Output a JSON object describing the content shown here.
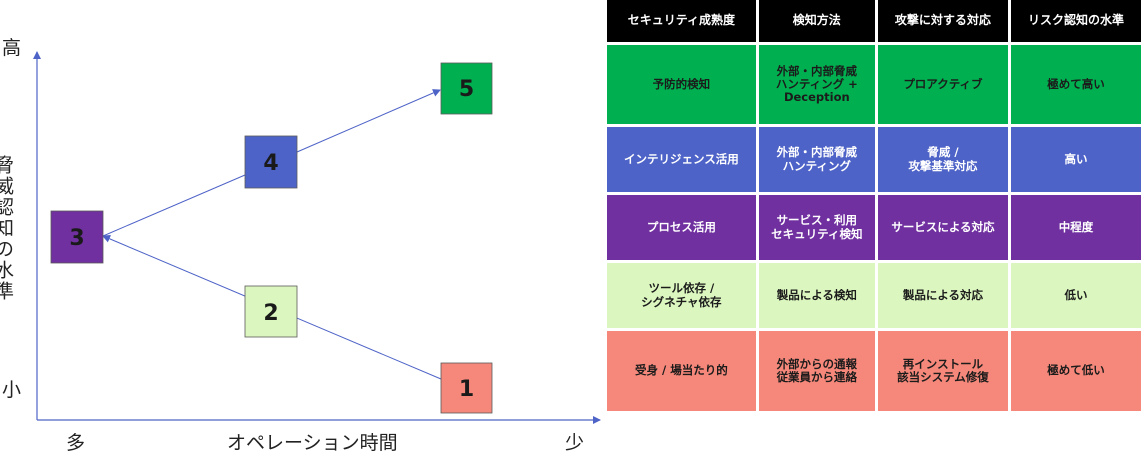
{
  "axes": {
    "y_high": "高",
    "y_low": "小",
    "y_title": "脅威認知の水準",
    "x_left": "多",
    "x_title": "オペレーション時間",
    "x_right": "少"
  },
  "levels": [
    {
      "label": "5",
      "color": "#00b050"
    },
    {
      "label": "4",
      "color": "#4e63c7"
    },
    {
      "label": "3",
      "color": "#7030a0"
    },
    {
      "label": "2",
      "color": "#dbf7bf"
    },
    {
      "label": "1",
      "color": "#f5887a"
    }
  ],
  "table": {
    "headers": [
      "セキュリティ成熟度",
      "検知方法",
      "攻撃に対する対応",
      "リスク認知の水準"
    ],
    "rows": [
      {
        "maturity": "予防的検知",
        "detection": "外部・内部脅威\nハンティング +\nDeception",
        "response": "プロアクティブ",
        "risk": "極めて高い"
      },
      {
        "maturity": "インテリジェンス活用",
        "detection": "外部・内部脅威\nハンティング",
        "response": "脅威 /\n攻撃基準対応",
        "risk": "高い"
      },
      {
        "maturity": "プロセス活用",
        "detection": "サービス・利用\nセキュリティ検知",
        "response": "サービスによる対応",
        "risk": "中程度"
      },
      {
        "maturity": "ツール依存 /\nシグネチャ依存",
        "detection": "製品による検知",
        "response": "製品による対応",
        "risk": "低い"
      },
      {
        "maturity": "受身 / 場当たり的",
        "detection": "外部からの通報\n従業員から連絡",
        "response": "再インストール\n該当システム修復",
        "risk": "極めて低い"
      }
    ]
  }
}
